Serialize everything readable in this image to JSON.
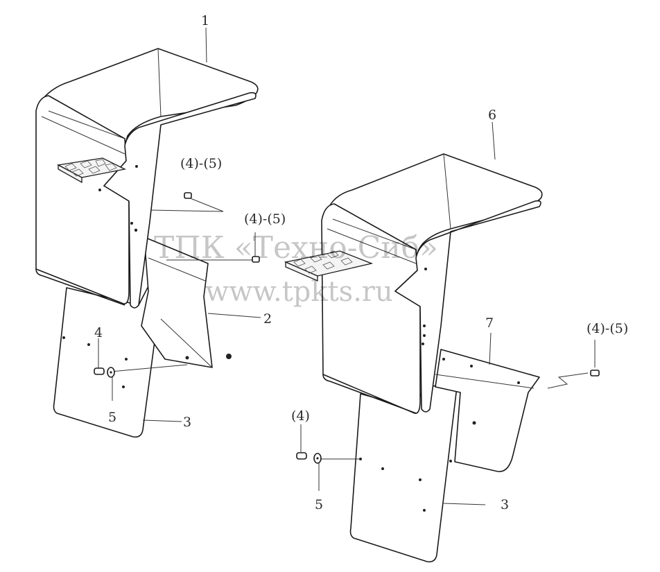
{
  "watermark": {
    "line1": "ТПК «Техно-Сиб»",
    "line2": "www.tpkts.ru"
  },
  "callouts": {
    "part1": "1",
    "part2": "2",
    "part3_left": "3",
    "part4_left": "4",
    "part5_left": "5",
    "part45_top": "(4)-(5)",
    "part45_mid": "(4)-(5)",
    "part6": "6",
    "part7": "7",
    "part45_right": "(4)-(5)",
    "part4_right": "(4)",
    "part5_right": "5",
    "part3_right": "3"
  }
}
